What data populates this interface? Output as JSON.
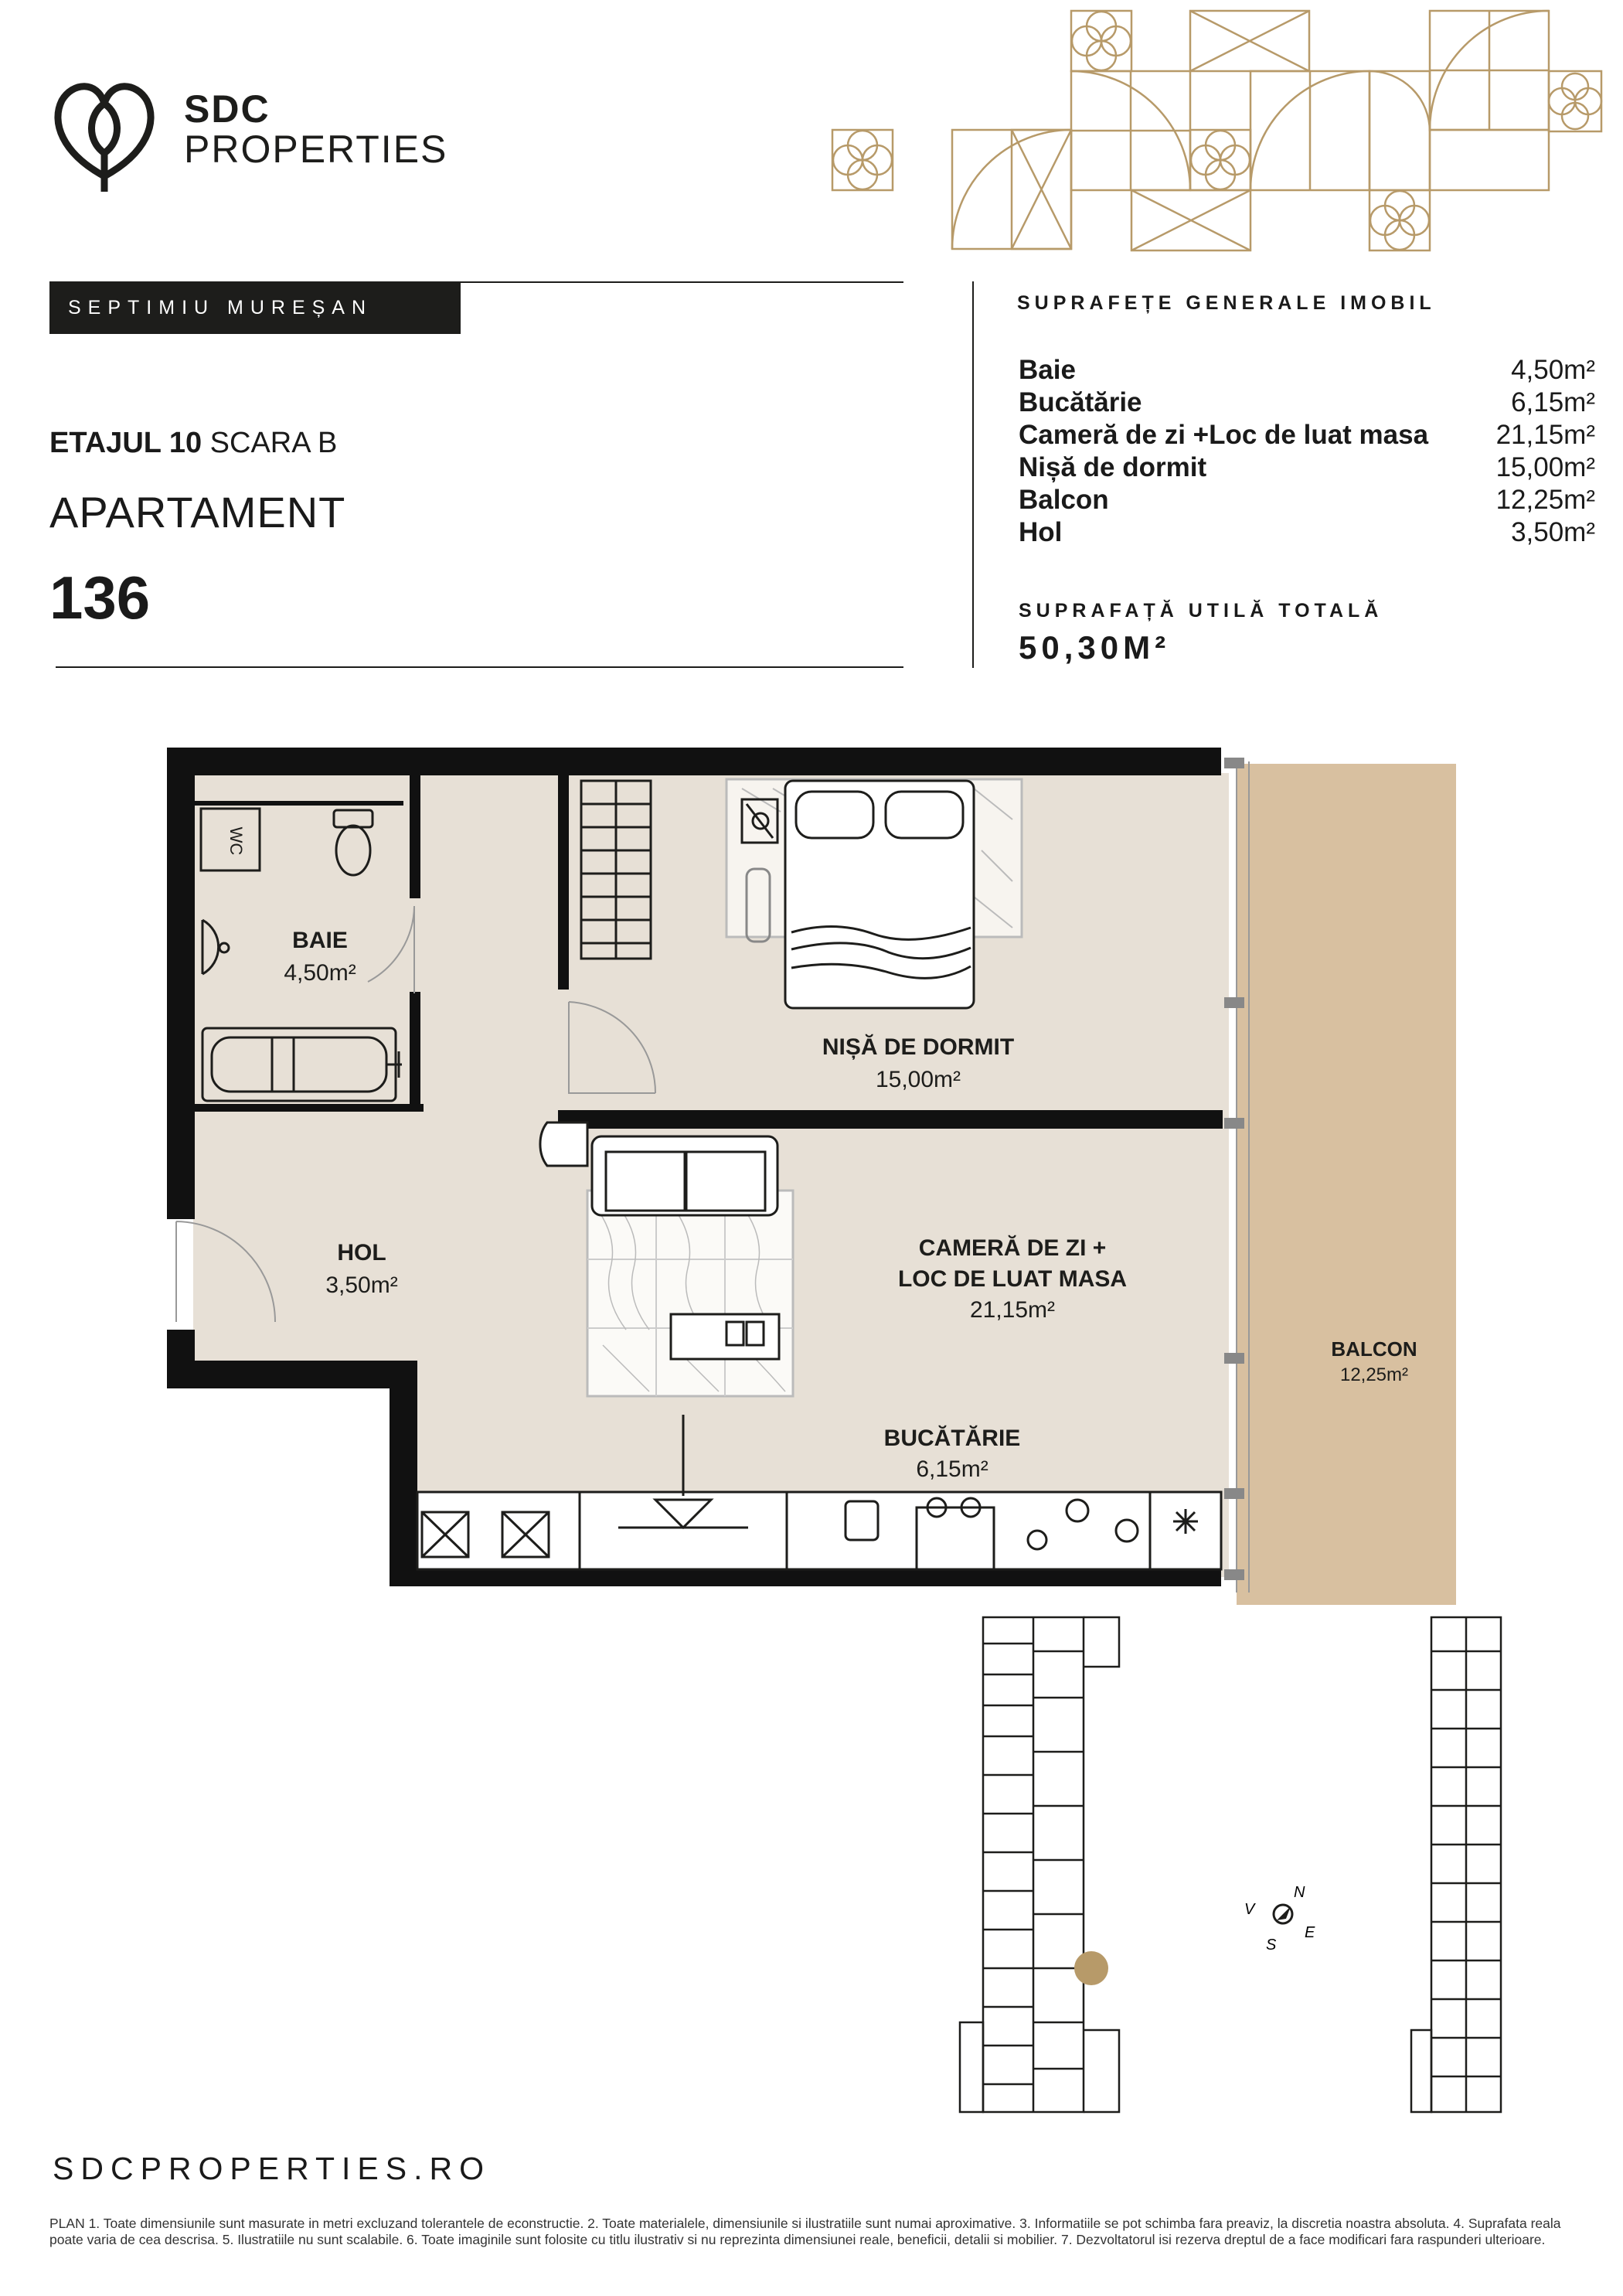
{
  "brand": {
    "name_line1": "SDC",
    "name_line2": "PROPERTIES",
    "gold": "#b79a69",
    "dark": "#1d1d1b"
  },
  "project": "SEPTIMIU MUREȘAN",
  "unit": {
    "floor_label": "ETAJUL 10",
    "stair_label": "SCARA B",
    "type": "APARTAMENT",
    "number": "136"
  },
  "areas": {
    "title": "SUPRAFEȚE GENERALE IMOBIL",
    "rows": [
      {
        "name": "Baie",
        "value": "4,50m²"
      },
      {
        "name": "Bucătărie",
        "value": "6,15m²"
      },
      {
        "name": "Cameră de zi +Loc de luat masa",
        "value": "21,15m²"
      },
      {
        "name": "Nișă de dormit",
        "value": "15,00m²"
      },
      {
        "name": "Balcon",
        "value": "12,25m²"
      },
      {
        "name": "Hol",
        "value": "3,50m²"
      }
    ],
    "total_title": "SUPRAFAȚĂ UTILĂ TOTALĂ",
    "total_value": "50,30M²"
  },
  "plan": {
    "floor_color": "#e7e0d6",
    "balcony_color": "#d8c0a0",
    "rooms": {
      "baie": {
        "name": "BAIE",
        "area": "4,50m²"
      },
      "hol": {
        "name": "HOL",
        "area": "3,50m²"
      },
      "nisa": {
        "name": "NIȘĂ DE DORMIT",
        "area": "15,00m²"
      },
      "camera": {
        "name_line1": "CAMERĂ DE ZI  +",
        "name_line2": "LOC DE LUAT MASA",
        "area": "21,15m²"
      },
      "bucatarie": {
        "name": "BUCĂTĂRIE",
        "area": "6,15m²"
      },
      "balcon": {
        "name": "BALCON",
        "area": "12,25m²"
      }
    },
    "wc_label": "WC"
  },
  "compass": {
    "n": "N",
    "s": "S",
    "e": "E",
    "v": "V"
  },
  "footer": {
    "website": "SDCPROPERTIES.RO",
    "disclaimer": "PLAN 1. Toate dimensiunile sunt masurate in metri excluzand tolerantele de econstructie. 2. Toate materialele, dimensiunile si ilustratiile sunt numai aproximative. 3. Informatiile se pot schimba fara preaviz, la discretia noastra absoluta. 4. Suprafata reala poate varia de cea descrisa. 5. Ilustratiile nu sunt scalabile. 6. Toate imaginile sunt folosite cu titlu ilustrativ si nu reprezinta dimensiunei reale, beneficii, detalii si mobilier. 7. Dezvoltatorul isi rezerva dreptul de a face modificari fara raspunderi ulterioare."
  }
}
